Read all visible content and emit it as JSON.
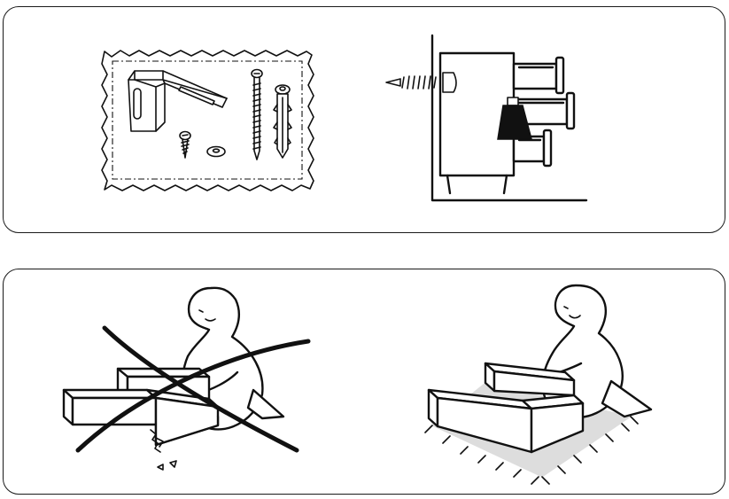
{
  "figures": [
    {
      "id": "hardware-bag",
      "icons": [
        "bracket-icon",
        "screw-icon",
        "washer-icon",
        "long-screw-icon",
        "wall-plug-icon"
      ]
    },
    {
      "id": "wall-anchor",
      "icons": [
        "wall-icon",
        "screw-into-wall-icon",
        "weight-icon",
        "drawer-icon"
      ]
    },
    {
      "id": "wrong-assembly",
      "icons": [
        "person-icon",
        "frame-icon",
        "cross-out-icon",
        "broken-corner-icon"
      ]
    },
    {
      "id": "correct-assembly",
      "icons": [
        "person-icon",
        "frame-icon",
        "rug-icon"
      ]
    }
  ],
  "colors": {
    "line": "#111111",
    "rug": "#dddddd",
    "background": "#ffffff"
  }
}
